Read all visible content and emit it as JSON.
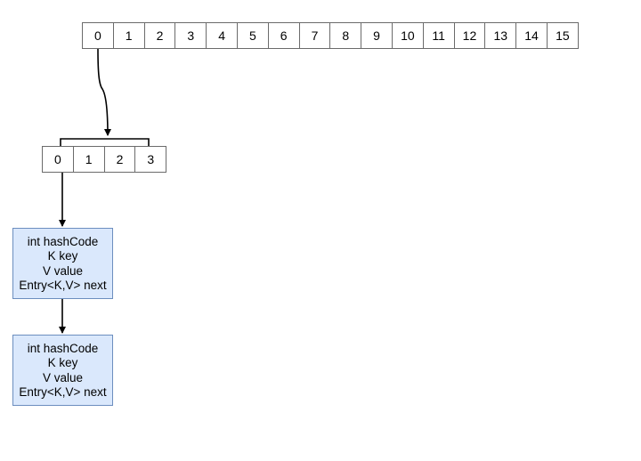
{
  "table_array": {
    "cells": [
      "0",
      "1",
      "2",
      "3",
      "4",
      "5",
      "6",
      "7",
      "8",
      "9",
      "10",
      "11",
      "12",
      "13",
      "14",
      "15"
    ]
  },
  "segment_array": {
    "cells": [
      "0",
      "1",
      "2",
      "3"
    ]
  },
  "entries": [
    {
      "lines": [
        "int hashCode",
        "K key",
        "V value",
        "Entry<K,V> next"
      ]
    },
    {
      "lines": [
        "int hashCode",
        "K key",
        "V value",
        "Entry<K,V> next"
      ]
    }
  ],
  "colors": {
    "entry_fill": "#dae8fc",
    "entry_border": "#6c8ebf",
    "cell_border": "#6b6b6b",
    "arrow": "#000000"
  }
}
